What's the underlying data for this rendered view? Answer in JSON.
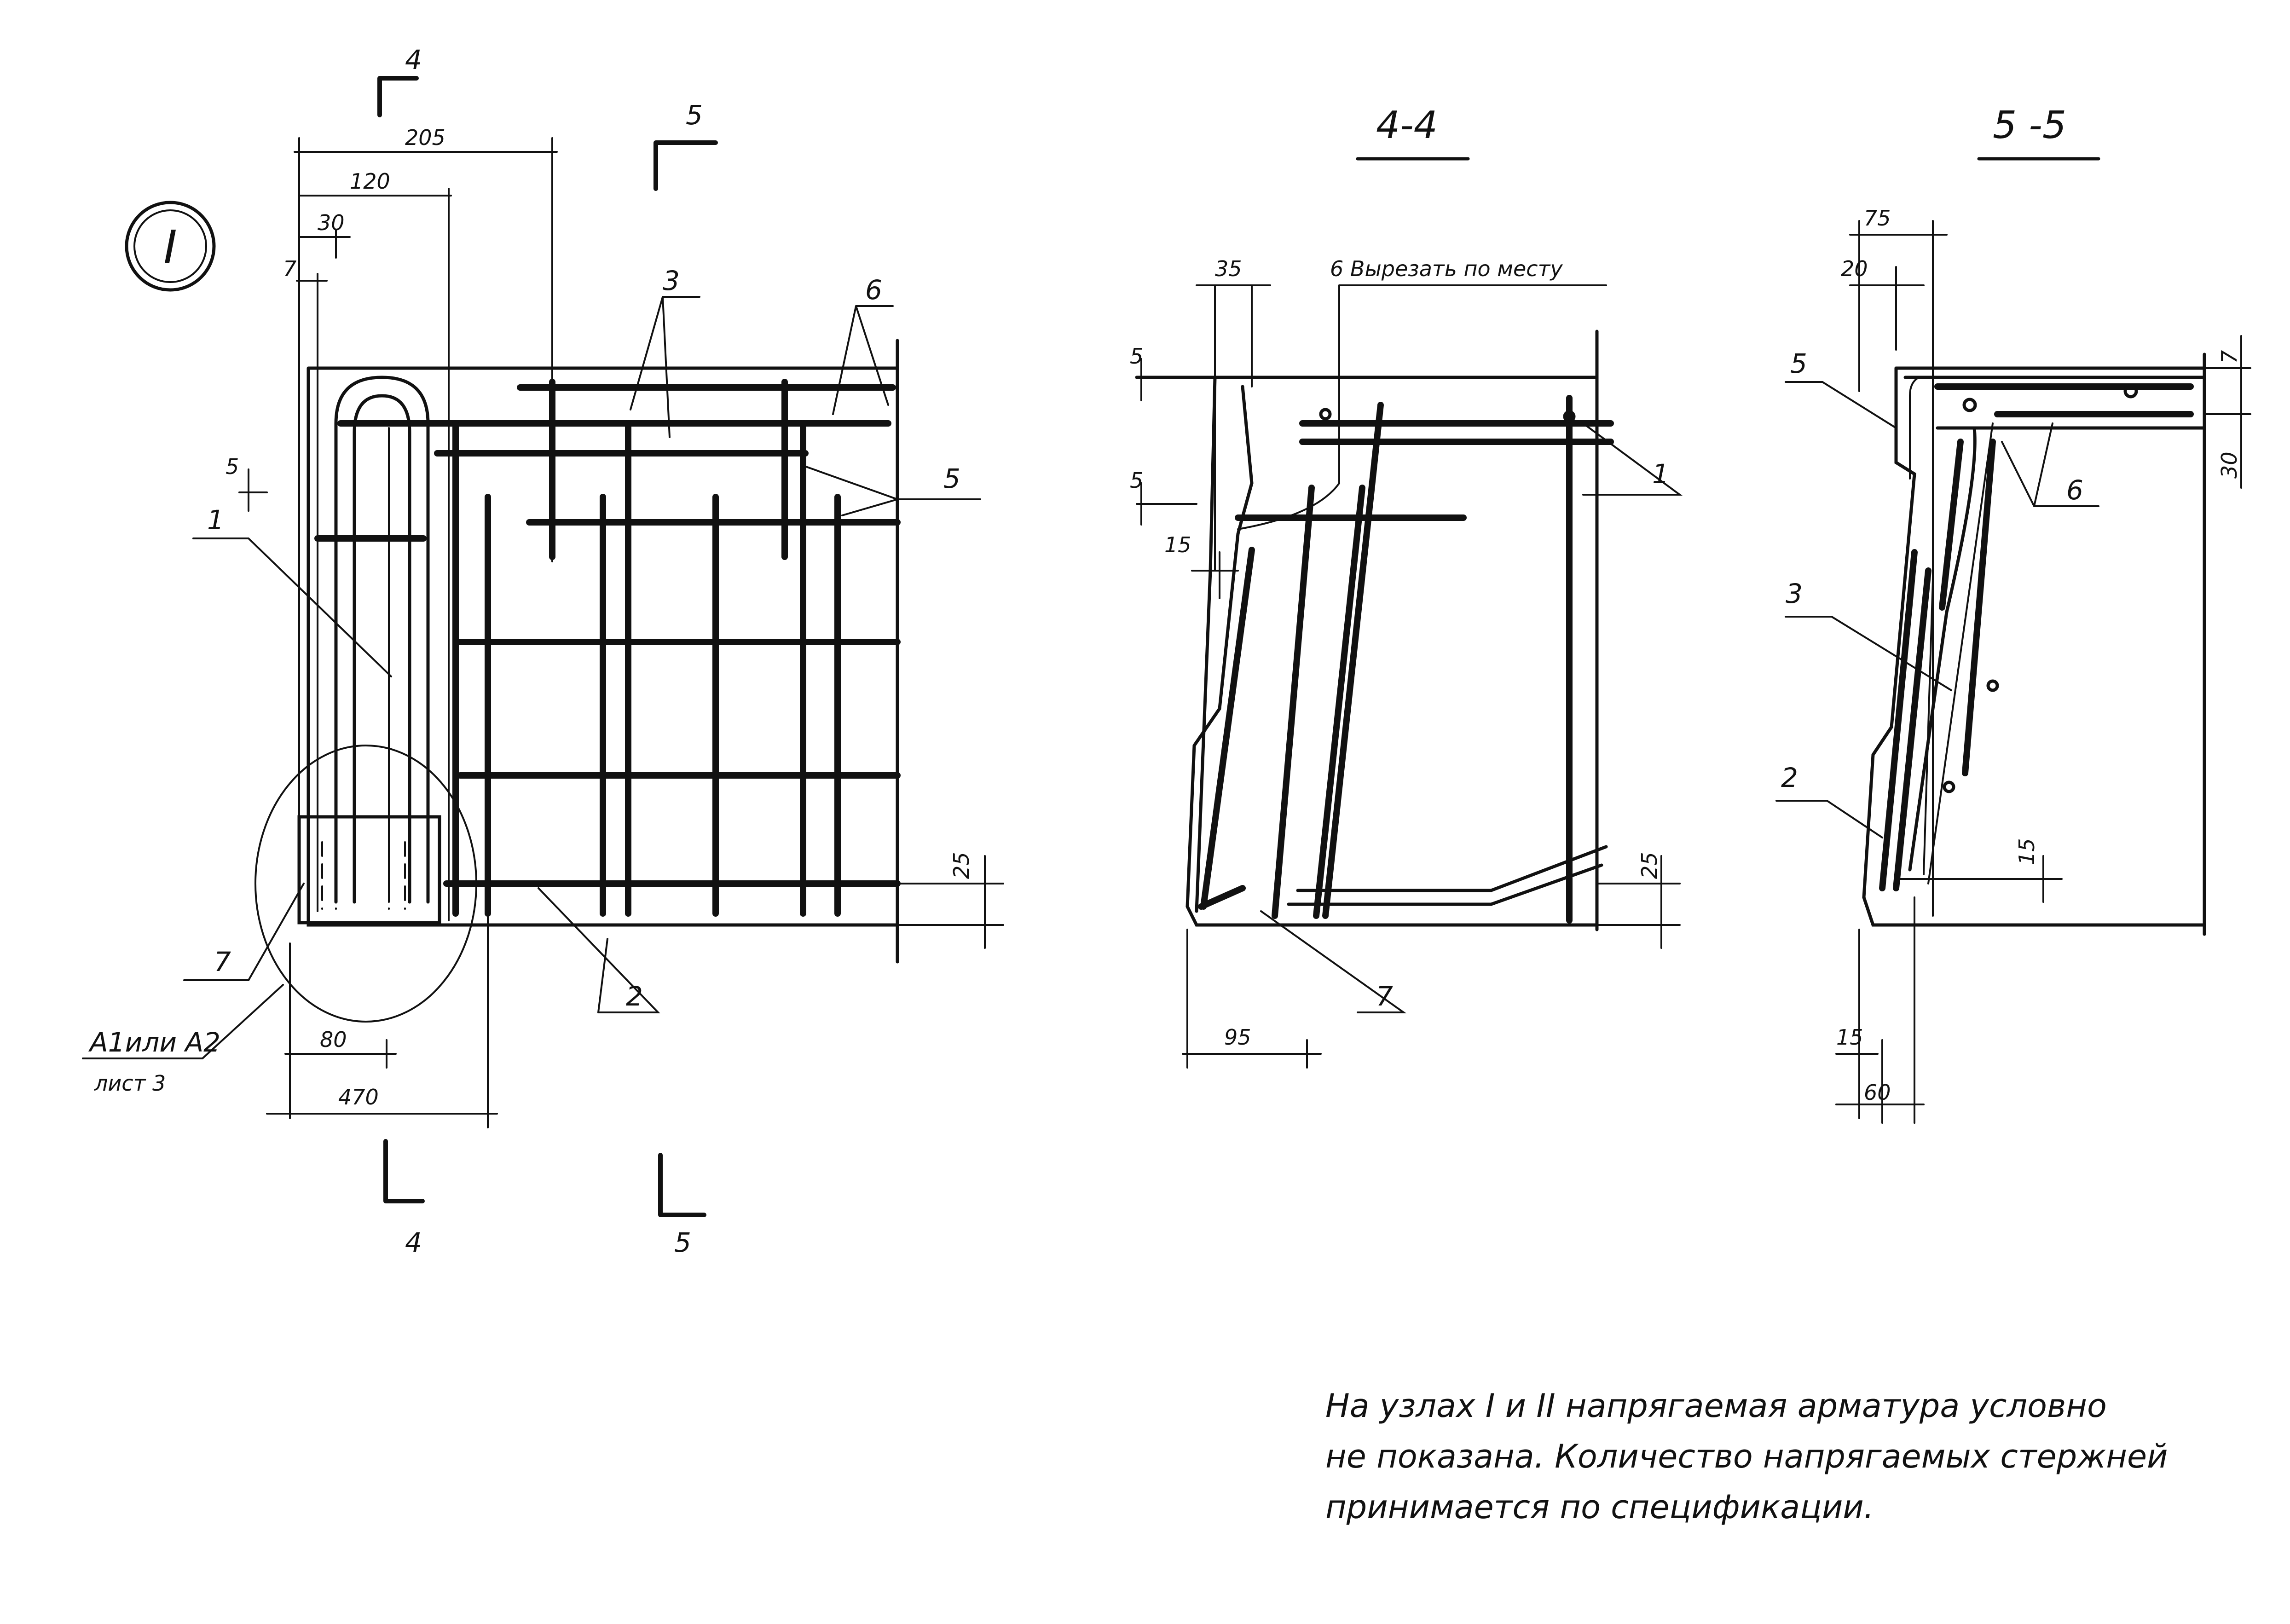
{
  "node_label": "I",
  "section_marks": {
    "s4_top": "4",
    "s5_top": "5",
    "s4_bottom": "4",
    "s5_bottom": "5"
  },
  "detail_main": {
    "dimensions": {
      "d205": "205",
      "d120": "120",
      "d30": "30",
      "d7": "7",
      "d5": "5",
      "d25": "25",
      "d80": "80",
      "d470": "470"
    },
    "positions": {
      "p1": "1",
      "p2": "2",
      "p3": "3",
      "p5": "5",
      "p6": "6",
      "p7": "7"
    },
    "callout_ref": "A1или A2",
    "callout_sheet": "лист 3"
  },
  "section_4_4": {
    "title": "4-4",
    "dimensions": {
      "d35": "35",
      "d5a": "5",
      "d5b": "5",
      "d15": "15",
      "d25": "25",
      "d95": "95"
    },
    "positions": {
      "p1": "1",
      "p7": "7"
    },
    "cut_note": "6 Вырезать по месту"
  },
  "section_5_5": {
    "title": "5 -5",
    "dimensions": {
      "d75": "75",
      "d20": "20",
      "d7": "7",
      "d30": "30",
      "d15a": "15",
      "d15b": "15",
      "d60": "60"
    },
    "positions": {
      "p2": "2",
      "p3": "3",
      "p5": "5",
      "p6": "6"
    }
  },
  "note": {
    "line1": "На узлах I и II напрягаемая арматура условно",
    "line2": "не показана. Количество напрягаемых стержней",
    "line3": "принимается по спецификации."
  }
}
